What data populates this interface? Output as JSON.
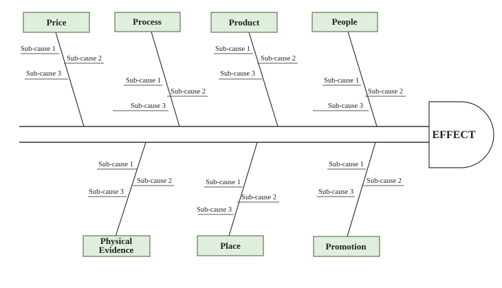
{
  "colors": {
    "category_fill": "#dfeedd",
    "category_border": "#5b7a4f",
    "line": "#333333",
    "effect_fill": "#ffffff"
  },
  "effect": "EFFECT",
  "categories": [
    {
      "name": "Price",
      "subs": [
        "Sub-cause 1",
        "Sub-cause 2",
        "Sub-cause 3"
      ]
    },
    {
      "name": "Process",
      "subs": [
        "Sub-cause 1",
        "Sub-cause 2",
        "Sub-cause 3"
      ]
    },
    {
      "name": "Product",
      "subs": [
        "Sub-cause 1",
        "Sub-cause 2",
        "Sub-cause 3"
      ]
    },
    {
      "name": "People",
      "subs": [
        "Sub-cause 1",
        "Sub-cause 2",
        "Sub-cause 3"
      ]
    },
    {
      "name": [
        "Physical",
        "Evidence"
      ],
      "subs": [
        "Sub-cause 1",
        "Sub-cause 2",
        "Sub-cause 3"
      ]
    },
    {
      "name": "Place",
      "subs": [
        "Sub-cause 1",
        "Sub-cause 2",
        "Sub-cause 3"
      ]
    },
    {
      "name": "Promotion",
      "subs": [
        "Sub-cause 1",
        "Sub-cause 2",
        "Sub-cause 3"
      ]
    }
  ]
}
